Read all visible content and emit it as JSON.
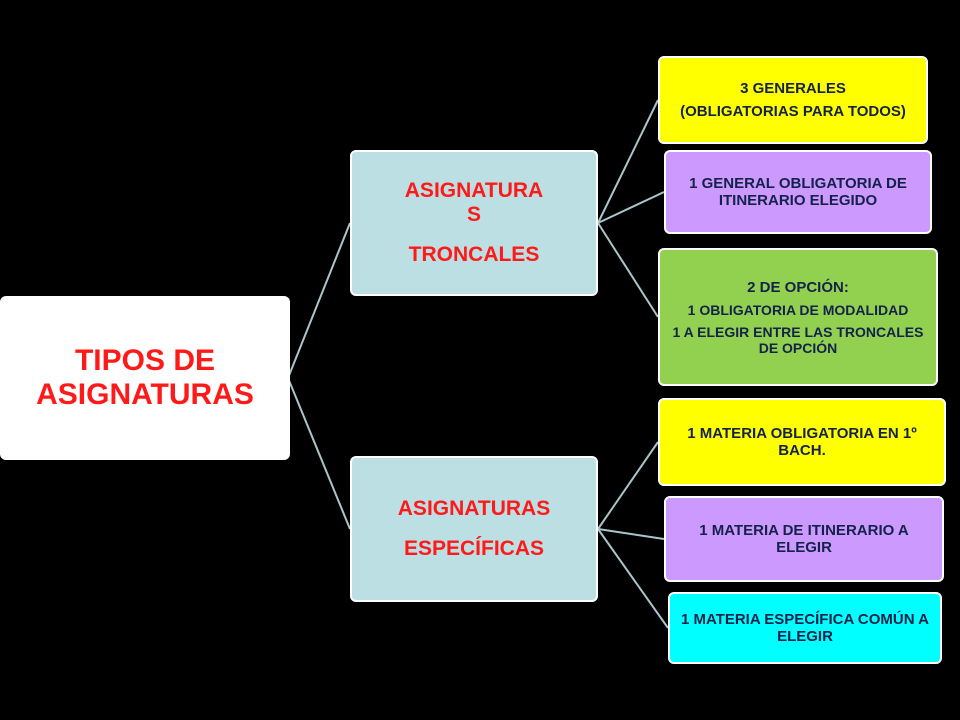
{
  "root": {
    "line1": "TIPOS DE",
    "line2": "ASIGNATURAS"
  },
  "troncales": {
    "line1": "ASIGNATURA",
    "line2": "S",
    "line3": "TRONCALES",
    "children": {
      "generales": {
        "line1": "3   GENERALES",
        "line2": "(OBLIGATORIAS PARA TODOS)"
      },
      "general_itinerario": {
        "line1": "1   GENERAL OBLIGATORIA DE ITINERARIO ELEGIDO"
      },
      "opcion": {
        "line1": "2  DE OPCIÓN:",
        "line2": "1 OBLIGATORIA DE MODALIDAD",
        "line3": "1 A ELEGIR ENTRE LAS TRONCALES DE OPCIÓN"
      }
    }
  },
  "especificas": {
    "line1": "ASIGNATURAS",
    "line2": "ESPECÍFICAS",
    "children": {
      "obligatoria": {
        "line1": "1 MATERIA OBLIGATORIA EN 1º BACH."
      },
      "itinerario": {
        "line1": "1 MATERIA DE ITINERARIO A ELEGIR"
      },
      "comun": {
        "line1": "1 MATERIA ESPECÍFICA COMÚN A ELEGIR"
      }
    }
  },
  "colors": {
    "background": "#000000",
    "connector": "#a9c6cc",
    "root_fill": "#ffffff",
    "root_text": "#ff1a1a",
    "level1_fill": "#bcdfe3",
    "level1_text": "#ff1a1a",
    "leaf_text": "#14224a",
    "yellow": "#ffff00",
    "purple": "#cc99ff",
    "green": "#92d050",
    "cyan": "#00ffff"
  }
}
